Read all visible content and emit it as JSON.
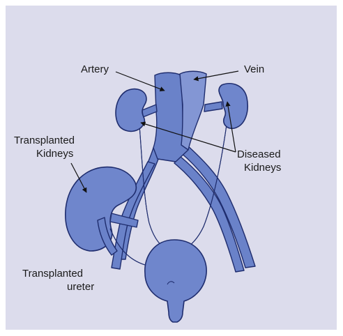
{
  "labels": {
    "artery": "Artery",
    "vein": "Vein",
    "transplanted_kidneys_line1": "Transplanted",
    "transplanted_kidneys_line2": "Kidneys",
    "diseased_kidneys_line1": "Diseased",
    "diseased_kidneys_line2": "Kidneys",
    "transplanted_ureter_line1": "Transplanted",
    "transplanted_ureter_line2": "ureter"
  },
  "colors": {
    "background_panel": "#dcdcec",
    "organ_fill": "#6f86cc",
    "outline": "#1f2d6e",
    "text": "#1a1a1a"
  }
}
